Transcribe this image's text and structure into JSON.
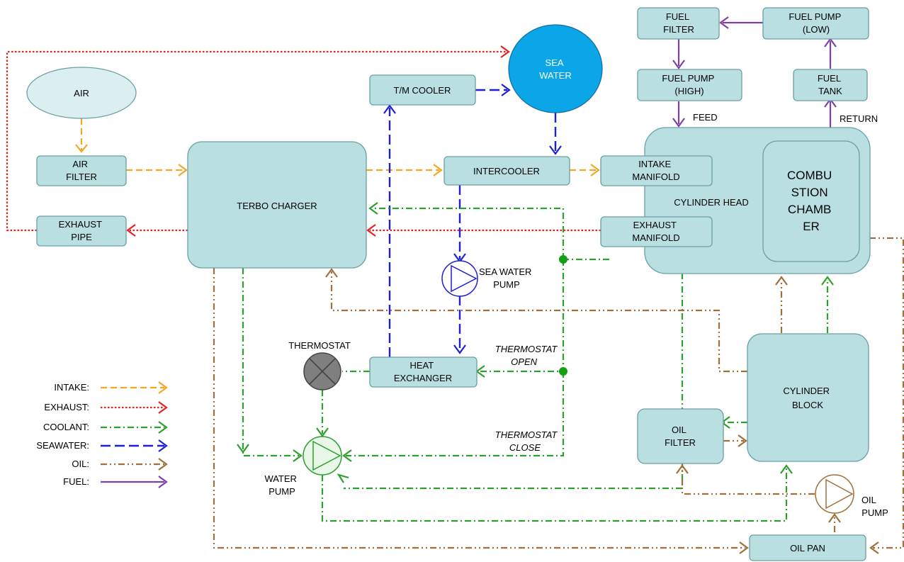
{
  "components": {
    "air": "AIR",
    "air_filter": [
      "AIR",
      "FILTER"
    ],
    "exhaust_pipe": [
      "EXHAUST",
      "PIPE"
    ],
    "terbo_charger": "TERBO CHARGER",
    "tm_cooler": "T/M COOLER",
    "sea_water": [
      "SEA",
      "WATER"
    ],
    "intercooler": "INTERCOOLER",
    "fuel_filter": [
      "FUEL",
      "FILTER"
    ],
    "fuel_pump_low": [
      "FUEL PUMP",
      "(LOW)"
    ],
    "fuel_pump_high": [
      "FUEL PUMP",
      "(HIGH)"
    ],
    "fuel_tank": [
      "FUEL",
      "TANK"
    ],
    "feed": "FEED",
    "return": "RETURN",
    "cylinder_head": "CYLINDER HEAD",
    "intake_manifold": [
      "INTAKE",
      "MANIFOLD"
    ],
    "exhaust_manifold": [
      "EXHAUST",
      "MANIFOLD"
    ],
    "combustion_chamber": [
      "COMBU",
      "STION",
      "CHAMB",
      "ER"
    ],
    "sea_water_pump": [
      "SEA WATER",
      "PUMP"
    ],
    "thermostat": "THERMOSTAT",
    "heat_exchanger": [
      "HEAT",
      "EXCHANGER"
    ],
    "thermostat_open": [
      "THERMOSTAT",
      "OPEN"
    ],
    "thermostat_close": [
      "THERMOSTAT",
      "CLOSE"
    ],
    "water_pump": [
      "WATER",
      "PUMP"
    ],
    "cylinder_block": [
      "CYLINDER",
      "BLOCK"
    ],
    "oil_filter": [
      "OIL",
      "FILTER"
    ],
    "oil_pump": [
      "OIL",
      "PUMP"
    ],
    "oil_pan": "OIL PAN"
  },
  "legend": [
    {
      "label": "INTAKE:",
      "style": "intake",
      "color": "#f5a623"
    },
    {
      "label": "EXHAUST:",
      "style": "exhaust",
      "color": "#e52222"
    },
    {
      "label": "COOLANT:",
      "style": "coolant",
      "color": "#2ca02c"
    },
    {
      "label": "SEAWATER:",
      "style": "seawater",
      "color": "#1f1fd6"
    },
    {
      "label": "OIL:",
      "style": "oil",
      "color": "#a0703a"
    },
    {
      "label": "FUEL:",
      "style": "fuel",
      "color": "#7f3fa8"
    }
  ]
}
